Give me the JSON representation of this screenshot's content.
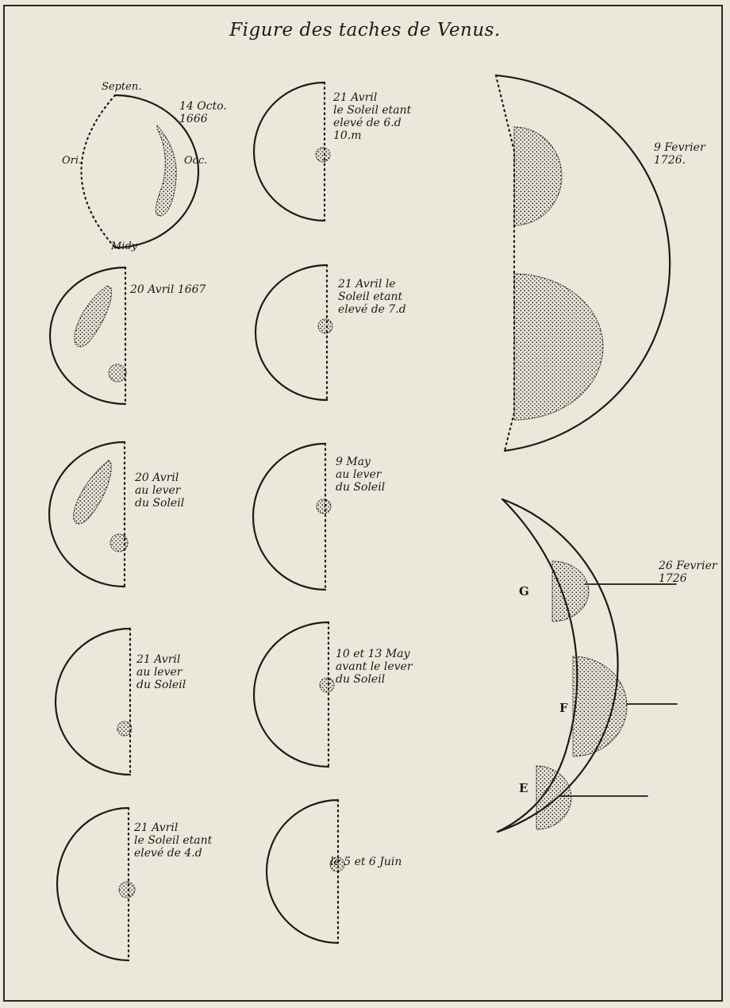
{
  "title": "Figure des taches de Venus.",
  "colors": {
    "paper": "#ebe7db",
    "ink": "#1c1a16"
  },
  "figures": [
    {
      "id": "fig1",
      "orientation": "Septen.",
      "bottom": "Midy",
      "left": "Ori.",
      "right": "Occ.",
      "date": "14 Octo.\n1666"
    },
    {
      "id": "fig2",
      "date": "21 Avril\nle Soleil etant\nelevé de 6.d\n10.m"
    },
    {
      "id": "fig3",
      "date": "20 Avril 1667"
    },
    {
      "id": "fig4",
      "date": "21 Avril le\nSoleil etant\nelevé de 7.d"
    },
    {
      "id": "fig5",
      "date": "20 Avril\nau lever\ndu Soleil"
    },
    {
      "id": "fig6",
      "date": "9 May\nau lever\ndu Soleil"
    },
    {
      "id": "fig7",
      "date": "21 Avril\nau lever\ndu Soleil"
    },
    {
      "id": "fig8",
      "date": "10 et 13 May\navant le lever\ndu Soleil"
    },
    {
      "id": "fig9",
      "date": "21 Avril\nle Soleil etant\nelevé de 4.d"
    },
    {
      "id": "fig10",
      "date": "le 5 et 6 Juin"
    },
    {
      "id": "fig11",
      "date": "9 Fevrier\n1726."
    },
    {
      "id": "fig12",
      "date": "26 Fevrier\n1726",
      "spot_labels": [
        "G",
        "F",
        "E"
      ]
    }
  ]
}
